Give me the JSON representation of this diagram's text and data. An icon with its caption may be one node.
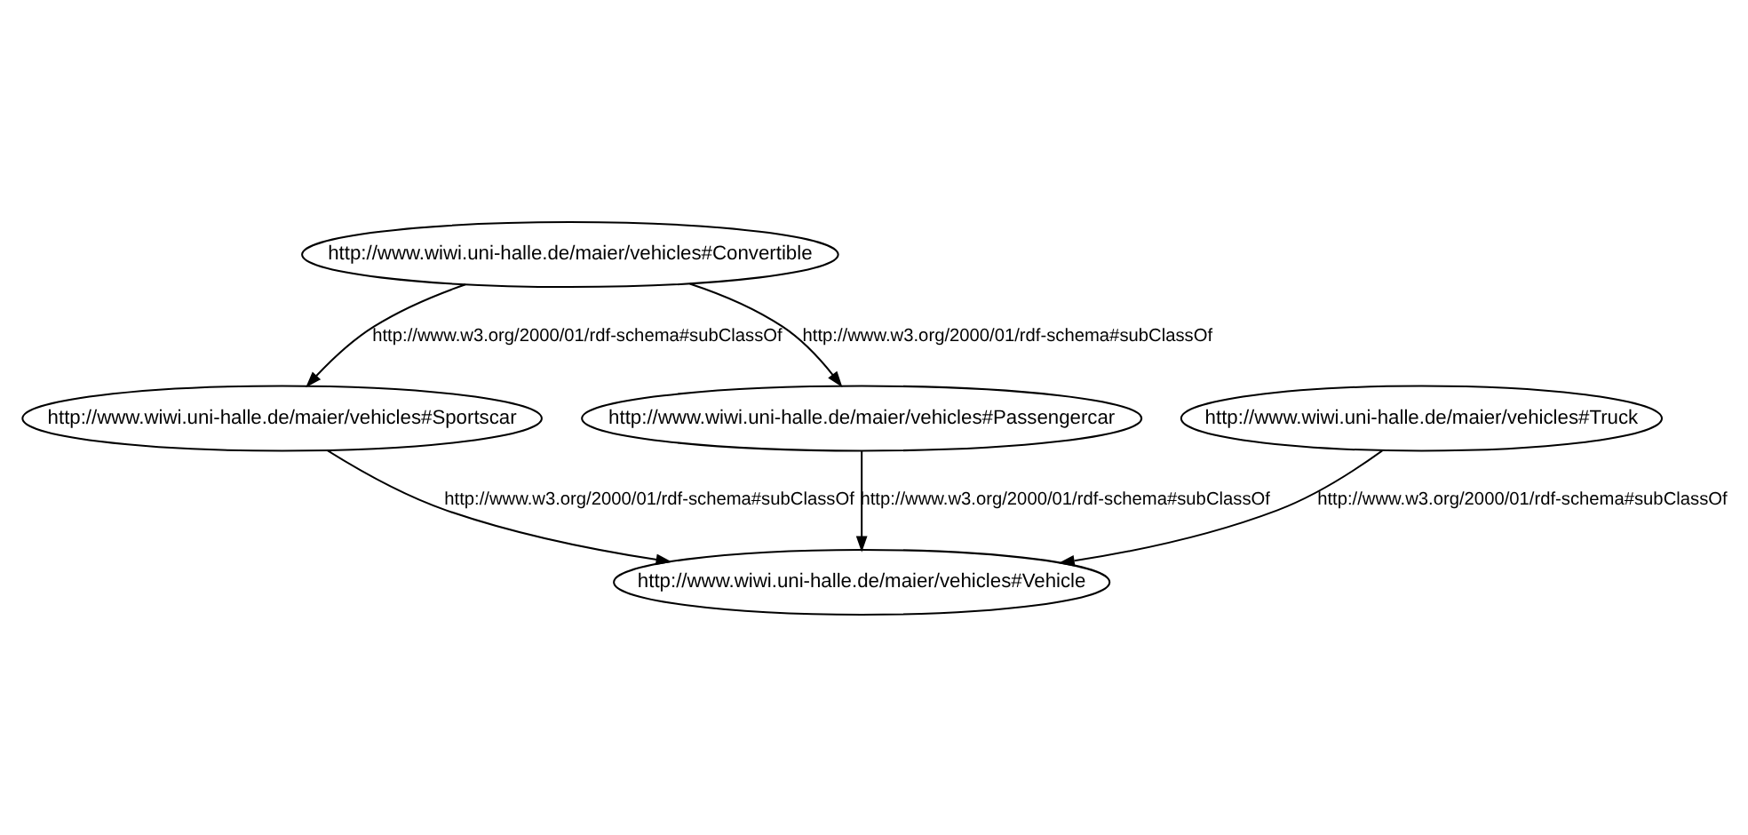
{
  "diagram": {
    "nodes": [
      {
        "text": [
          "http://www.wiwi.uni-halle.de/maier/vehicles#Convertible"
        ]
      },
      {
        "text": [
          "http://www.wiwi.uni-halle.de/maier/vehicles#Sportscar"
        ]
      },
      {
        "text": [
          "http://www.wiwi.uni-halle.de/maier/vehicles#Passengercar"
        ]
      },
      {
        "text": [
          "http://www.wiwi.uni-halle.de/maier/vehicles#Truck"
        ]
      },
      {
        "text": [
          "http://www.wiwi.uni-halle.de/maier/vehicles#Vehicle"
        ]
      }
    ],
    "edges": [
      {
        "from": 0,
        "to": 1,
        "arrow": "to",
        "label": "http://www.w3.org/2000/01/rdf-schema#subClassOf"
      },
      {
        "from": 0,
        "to": 2,
        "arrow": "to",
        "label": "http://www.w3.org/2000/01/rdf-schema#subClassOf"
      },
      {
        "from": 1,
        "to": 4,
        "arrow": "to",
        "label": "http://www.w3.org/2000/01/rdf-schema#subClassOf"
      },
      {
        "from": 2,
        "to": 4,
        "arrow": "to",
        "label": "http://www.w3.org/2000/01/rdf-schema#subClassOf"
      },
      {
        "from": 3,
        "to": 4,
        "arrow": "to",
        "label": "http://www.w3.org/2000/01/rdf-schema#subClassOf"
      }
    ]
  }
}
